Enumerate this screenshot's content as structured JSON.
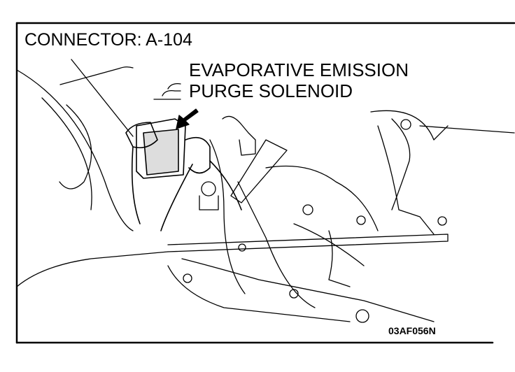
{
  "connector_label": "CONNECTOR: A-104",
  "component_label": {
    "line1": "EVAPORATIVE EMISSION",
    "line2": "PURGE SOLENOID"
  },
  "figure_code": "03AF056N"
}
